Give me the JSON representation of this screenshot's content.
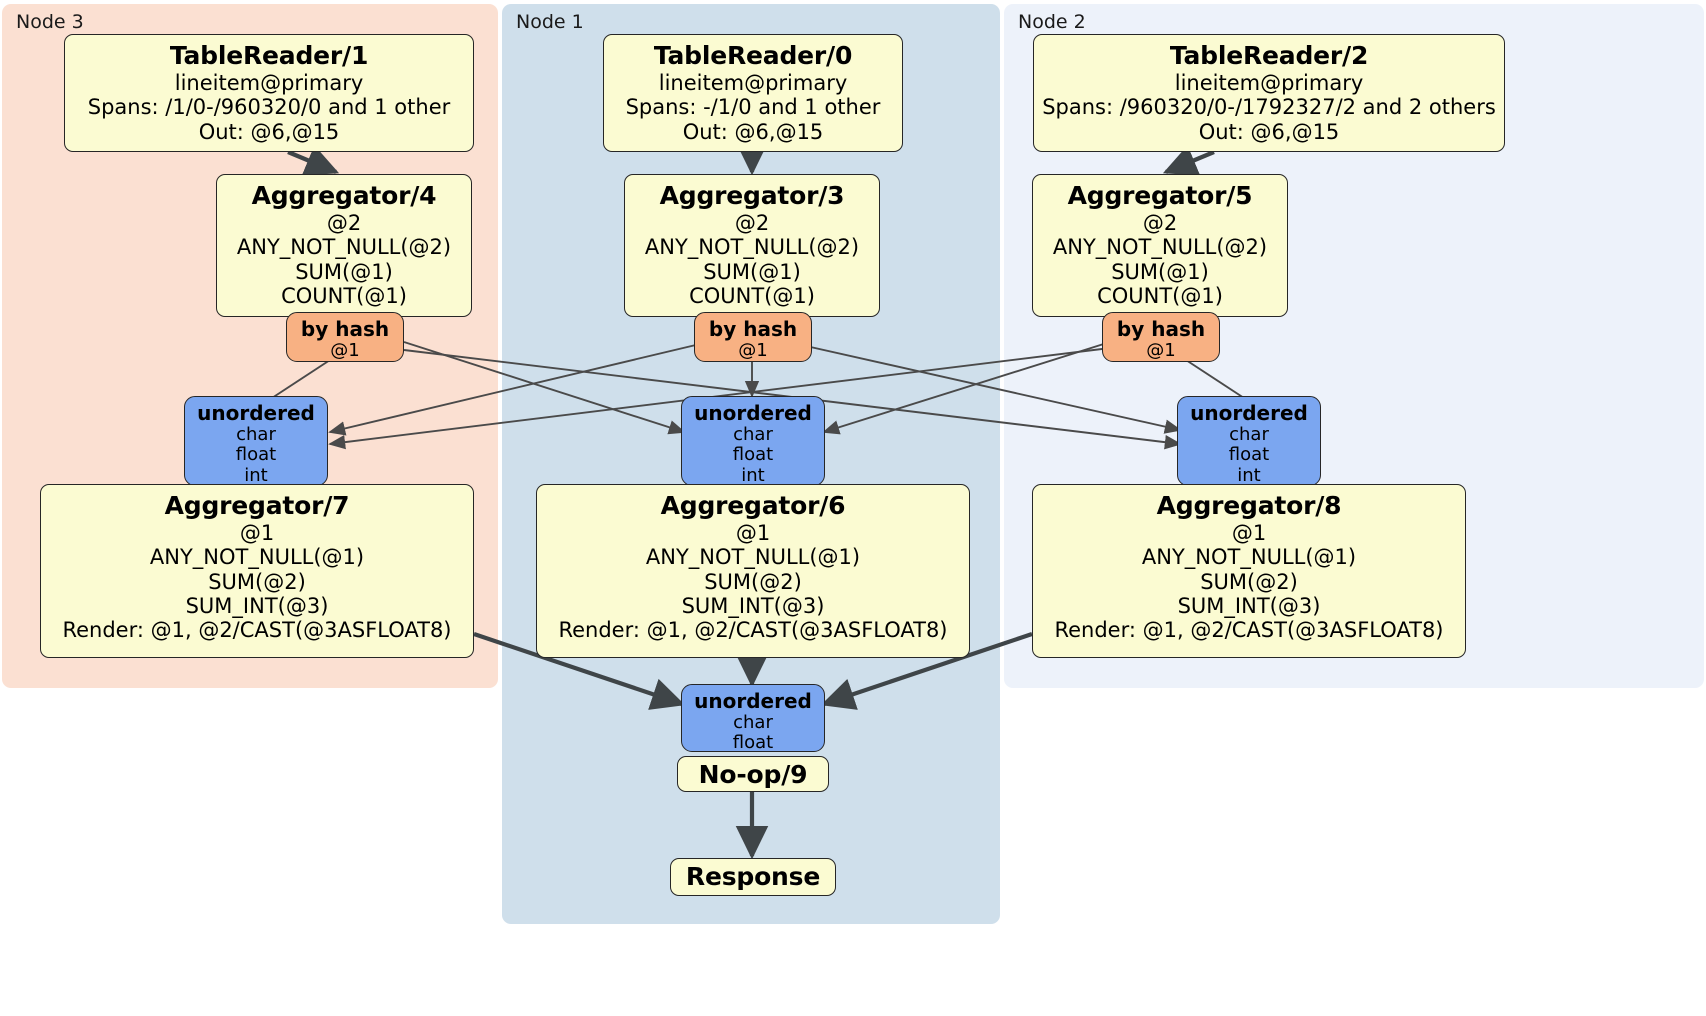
{
  "diagram": {
    "title": "Distributed query execution plan",
    "colors": {
      "node3_panel": "#fbe0d2",
      "node1_panel": "#cfdfeb",
      "node2_panel": "#edf2fa",
      "processor_box": "#fbfbd2",
      "hash_router": "#f8b183",
      "unordered_router": "#7ba6f0",
      "edge": "#3f4548",
      "thin_edge": "#4a4a4a",
      "border": "#262626"
    }
  },
  "nodes": [
    {
      "id": "node3",
      "label": "Node 3"
    },
    {
      "id": "node1",
      "label": "Node 1"
    },
    {
      "id": "node2",
      "label": "Node 2"
    }
  ],
  "processors": {
    "tablereader1": {
      "title": "TableReader/1",
      "lines": [
        "lineitem@primary",
        "Spans: /1/0-/960320/0 and 1 other",
        "Out: @6,@15"
      ]
    },
    "tablereader0": {
      "title": "TableReader/0",
      "lines": [
        "lineitem@primary",
        "Spans: -/1/0 and 1 other",
        "Out: @6,@15"
      ]
    },
    "tablereader2": {
      "title": "TableReader/2",
      "lines": [
        "lineitem@primary",
        "Spans: /960320/0-/1792327/2 and 2 others",
        "Out: @6,@15"
      ]
    },
    "aggregator4": {
      "title": "Aggregator/4",
      "lines": [
        "@2",
        "ANY_NOT_NULL(@2)",
        "SUM(@1)",
        "COUNT(@1)"
      ]
    },
    "aggregator3": {
      "title": "Aggregator/3",
      "lines": [
        "@2",
        "ANY_NOT_NULL(@2)",
        "SUM(@1)",
        "COUNT(@1)"
      ]
    },
    "aggregator5": {
      "title": "Aggregator/5",
      "lines": [
        "@2",
        "ANY_NOT_NULL(@2)",
        "SUM(@1)",
        "COUNT(@1)"
      ]
    },
    "aggregator7": {
      "title": "Aggregator/7",
      "lines": [
        "@1",
        "ANY_NOT_NULL(@1)",
        "SUM(@2)",
        "SUM_INT(@3)",
        "Render: @1, @2/CAST(@3ASFLOAT8)"
      ]
    },
    "aggregator6": {
      "title": "Aggregator/6",
      "lines": [
        "@1",
        "ANY_NOT_NULL(@1)",
        "SUM(@2)",
        "SUM_INT(@3)",
        "Render: @1, @2/CAST(@3ASFLOAT8)"
      ]
    },
    "aggregator8": {
      "title": "Aggregator/8",
      "lines": [
        "@1",
        "ANY_NOT_NULL(@1)",
        "SUM(@2)",
        "SUM_INT(@3)",
        "Render: @1, @2/CAST(@3ASFLOAT8)"
      ]
    },
    "noop9": {
      "title": "No-op/9",
      "lines": []
    },
    "response": {
      "title": "Response",
      "lines": []
    }
  },
  "routers": {
    "hash_left": {
      "title": "by hash",
      "lines": [
        "@1"
      ]
    },
    "hash_center": {
      "title": "by hash",
      "lines": [
        "@1"
      ]
    },
    "hash_right": {
      "title": "by hash",
      "lines": [
        "@1"
      ]
    },
    "unordered_left": {
      "title": "unordered",
      "lines": [
        "char",
        "float",
        "int"
      ]
    },
    "unordered_center": {
      "title": "unordered",
      "lines": [
        "char",
        "float",
        "int"
      ]
    },
    "unordered_right": {
      "title": "unordered",
      "lines": [
        "char",
        "float",
        "int"
      ]
    },
    "unordered_final": {
      "title": "unordered",
      "lines": [
        "char",
        "float"
      ]
    }
  }
}
